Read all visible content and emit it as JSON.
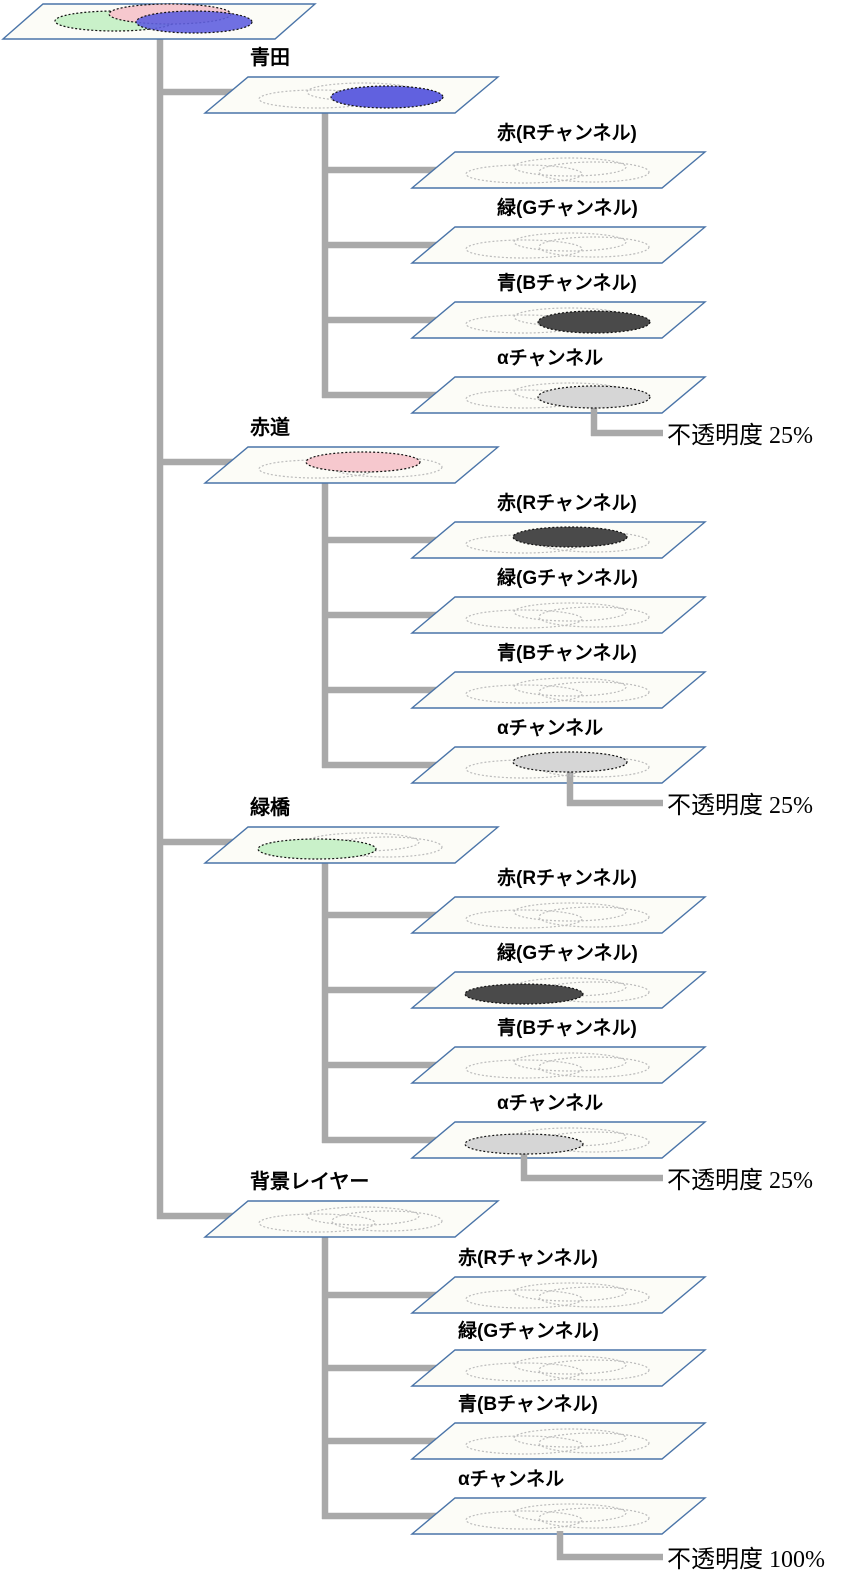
{
  "colors": {
    "plane_border": "#4a74a8",
    "plane_fill": "#fcfcf7",
    "connector_gray": "#a9a9a9",
    "ellipse_blue": "#6161df",
    "ellipse_pink": "#f6c8ce",
    "ellipse_green": "#c9f1c9",
    "channel_dark": "#4a4a4a",
    "channel_light": "#d6d6d6",
    "outline_dotted": "#bcbcbc",
    "text": "#000000"
  },
  "composite": {
    "ellipse_colors": [
      "green",
      "pink",
      "blue"
    ]
  },
  "layers": [
    {
      "name": "青田",
      "color": "blue",
      "ellipse_position": "right",
      "channels": [
        {
          "label": "赤(Rチャンネル)",
          "content": "empty"
        },
        {
          "label": "緑(Gチャンネル)",
          "content": "empty"
        },
        {
          "label": "青(Bチャンネル)",
          "content": "dark"
        },
        {
          "label": "αチャンネル",
          "content": "light"
        }
      ],
      "opacity_label": "不透明度 25%"
    },
    {
      "name": "赤道",
      "color": "pink",
      "ellipse_position": "top",
      "channels": [
        {
          "label": "赤(Rチャンネル)",
          "content": "dark"
        },
        {
          "label": "緑(Gチャンネル)",
          "content": "empty"
        },
        {
          "label": "青(Bチャンネル)",
          "content": "empty"
        },
        {
          "label": "αチャンネル",
          "content": "light"
        }
      ],
      "opacity_label": "不透明度 25%"
    },
    {
      "name": "緑橋",
      "color": "green",
      "ellipse_position": "left",
      "channels": [
        {
          "label": "赤(Rチャンネル)",
          "content": "empty"
        },
        {
          "label": "緑(Gチャンネル)",
          "content": "dark"
        },
        {
          "label": "青(Bチャンネル)",
          "content": "empty"
        },
        {
          "label": "αチャンネル",
          "content": "light"
        }
      ],
      "opacity_label": "不透明度 25%"
    },
    {
      "name": "背景レイヤー",
      "color": null,
      "ellipse_position": null,
      "channels": [
        {
          "label": "赤(Rチャンネル)",
          "content": "empty"
        },
        {
          "label": "緑(Gチャンネル)",
          "content": "empty"
        },
        {
          "label": "青(Bチャンネル)",
          "content": "empty"
        },
        {
          "label": "αチャンネル",
          "content": "empty"
        }
      ],
      "opacity_label": "不透明度 100%"
    }
  ]
}
